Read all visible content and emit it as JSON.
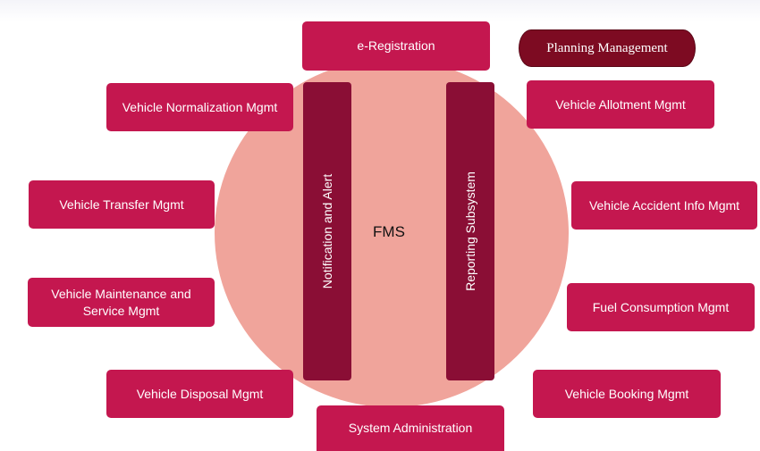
{
  "diagram": {
    "center_label": "FMS",
    "vertical_bars": {
      "left": "Notification and Alert",
      "right": "Reporting Subsystem"
    },
    "planning_label": "Planning Management",
    "modules": {
      "e_registration": "e-Registration",
      "vehicle_normalization": "Vehicle Normalization Mgmt",
      "vehicle_allotment": "Vehicle Allotment Mgmt",
      "vehicle_transfer": "Vehicle Transfer Mgmt",
      "vehicle_accident_info": "Vehicle Accident Info Mgmt",
      "vehicle_maintenance": "Vehicle Maintenance and Service Mgmt",
      "fuel_consumption": "Fuel Consumption Mgmt",
      "vehicle_disposal": "Vehicle Disposal Mgmt",
      "vehicle_booking": "Vehicle Booking Mgmt",
      "system_administration": "System Administration"
    }
  },
  "colors": {
    "module_fill": "#c4174f",
    "bar_fill": "#8a0e35",
    "circle_fill": "#f0a49b",
    "planning_fill": "#7d0b22"
  }
}
